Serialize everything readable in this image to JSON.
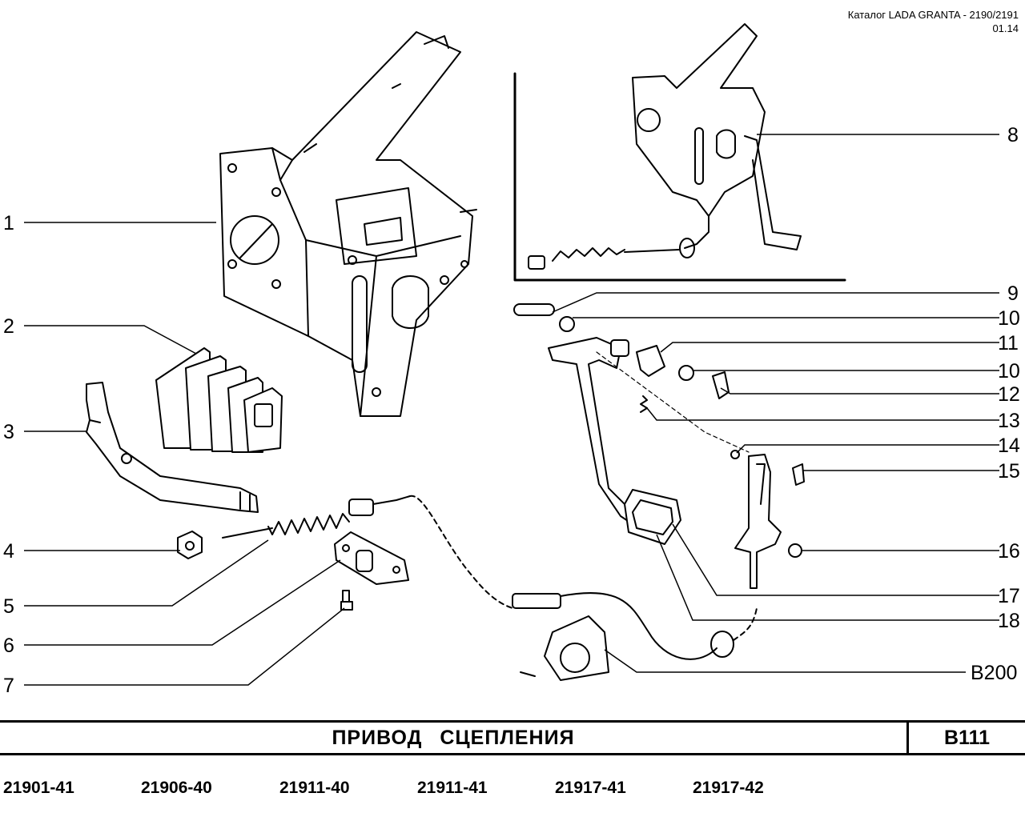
{
  "catalog": {
    "line1": "Каталог  LADA GRANTA - 2190/2191",
    "line2": "01.14"
  },
  "title": "ПРИВОД   СЦЕПЛЕНИЯ",
  "section_code": "B111",
  "models": [
    "21901-41",
    "21906-40",
    "21911-40",
    "21911-41",
    "21917-41",
    "21917-42"
  ],
  "callouts_left": [
    "1",
    "2",
    "3",
    "4",
    "5",
    "6",
    "7"
  ],
  "callouts_right": [
    "8",
    "9",
    "10",
    "11",
    "10",
    "12",
    "13",
    "14",
    "15",
    "16",
    "17",
    "18",
    "B200"
  ]
}
